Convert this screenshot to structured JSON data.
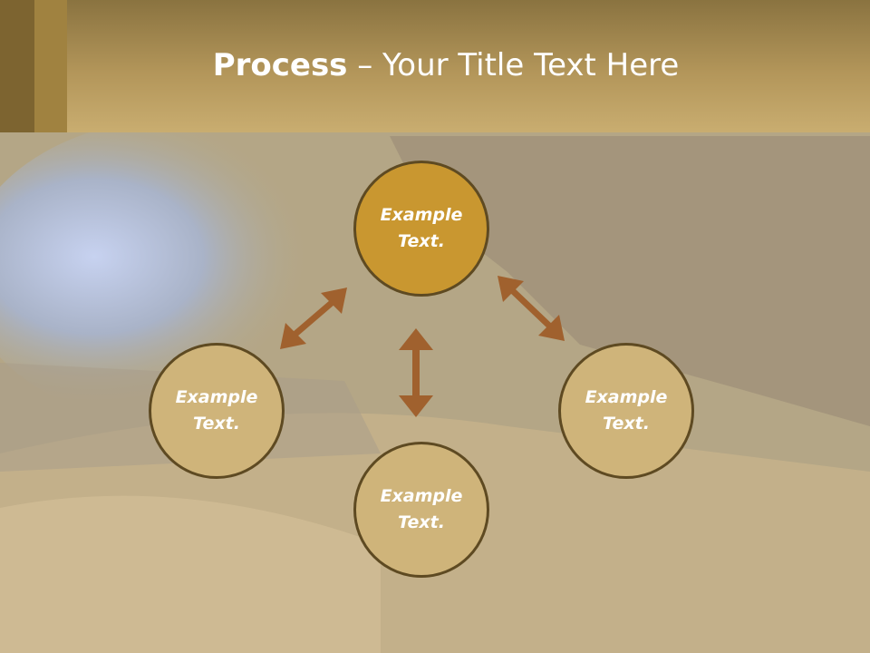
{
  "title": {
    "bold": "Process",
    "rest": " – Your Title Text Here"
  },
  "nodes": {
    "top": "Example Text.",
    "left": "Example Text.",
    "right": "Example Text.",
    "bottom": "Example Text."
  },
  "colors": {
    "header": "#b3965a",
    "top_circle": "#c99730",
    "other_circles": "#cfb47a",
    "circle_border": "#5e4a22",
    "arrows": "#a0612e"
  }
}
